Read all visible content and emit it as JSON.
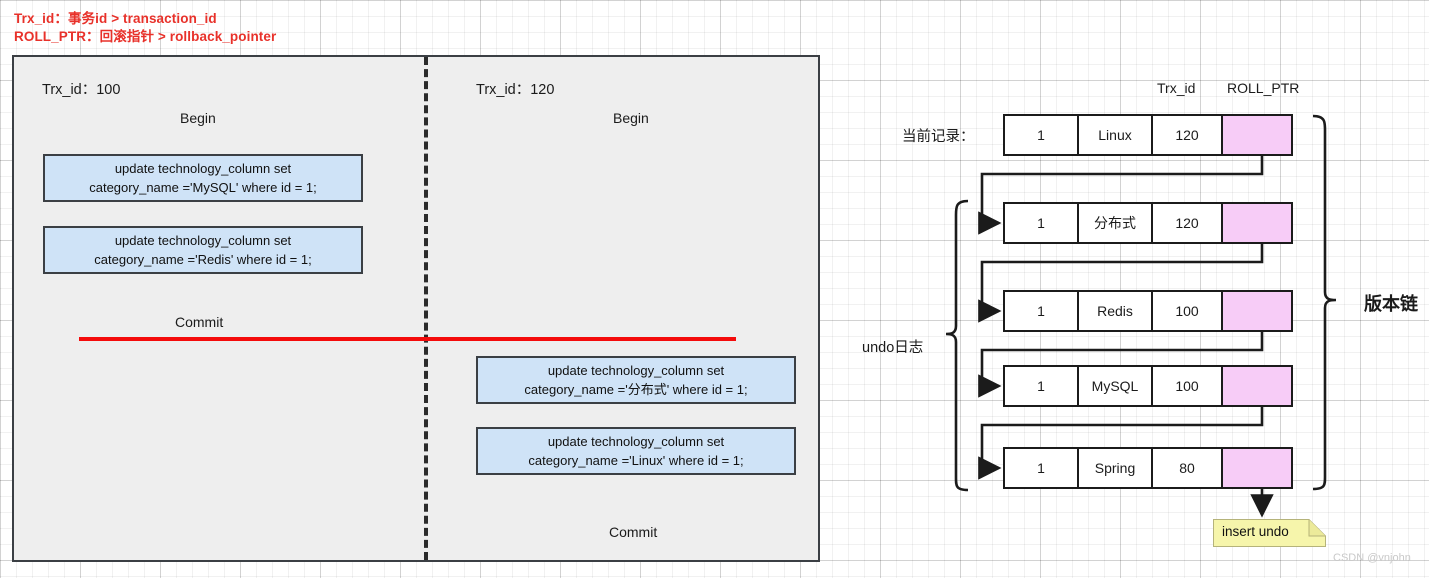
{
  "legend": {
    "line1": "Trx_id：事务id > transaction_id",
    "line2": "ROLL_PTR：回滚指针 > rollback_pointer"
  },
  "transactions": {
    "left": {
      "id_label": "Trx_id：100",
      "begin_label": "Begin",
      "commit_label": "Commit",
      "statements": [
        "update technology_column set\ncategory_name ='MySQL' where id = 1;",
        "update technology_column set\ncategory_name ='Redis' where id = 1;"
      ]
    },
    "right": {
      "id_label": "Trx_id：120",
      "begin_label": "Begin",
      "commit_label": "Commit",
      "statements": [
        "update technology_column set\ncategory_name ='分布式' where id = 1;",
        "update technology_column set\ncategory_name ='Linux' where id = 1;"
      ]
    }
  },
  "version_chain": {
    "headers": {
      "trx_id": "Trx_id",
      "roll_ptr": "ROLL_PTR"
    },
    "current_record_label": "当前记录：",
    "undo_log_label": "undo日志",
    "chain_label": "版本链",
    "note_label": "insert undo",
    "rows": [
      {
        "id": "1",
        "name": "Linux",
        "trx_id": "120",
        "roll_ptr": ""
      },
      {
        "id": "1",
        "name": "分布式",
        "trx_id": "120",
        "roll_ptr": ""
      },
      {
        "id": "1",
        "name": "Redis",
        "trx_id": "100",
        "roll_ptr": ""
      },
      {
        "id": "1",
        "name": "MySQL",
        "trx_id": "100",
        "roll_ptr": ""
      },
      {
        "id": "1",
        "name": "Spring",
        "trx_id": "80",
        "roll_ptr": ""
      }
    ]
  },
  "watermark": "CSDN @vnjohn",
  "colors": {
    "legend_red": "#e8312a",
    "commit_red": "#f40b0b",
    "sql_box_fill": "#cfe3f7",
    "panel_fill": "#eeeeee",
    "roll_ptr_fill": "#f7ccf7",
    "note_fill": "#f6f5ab"
  }
}
